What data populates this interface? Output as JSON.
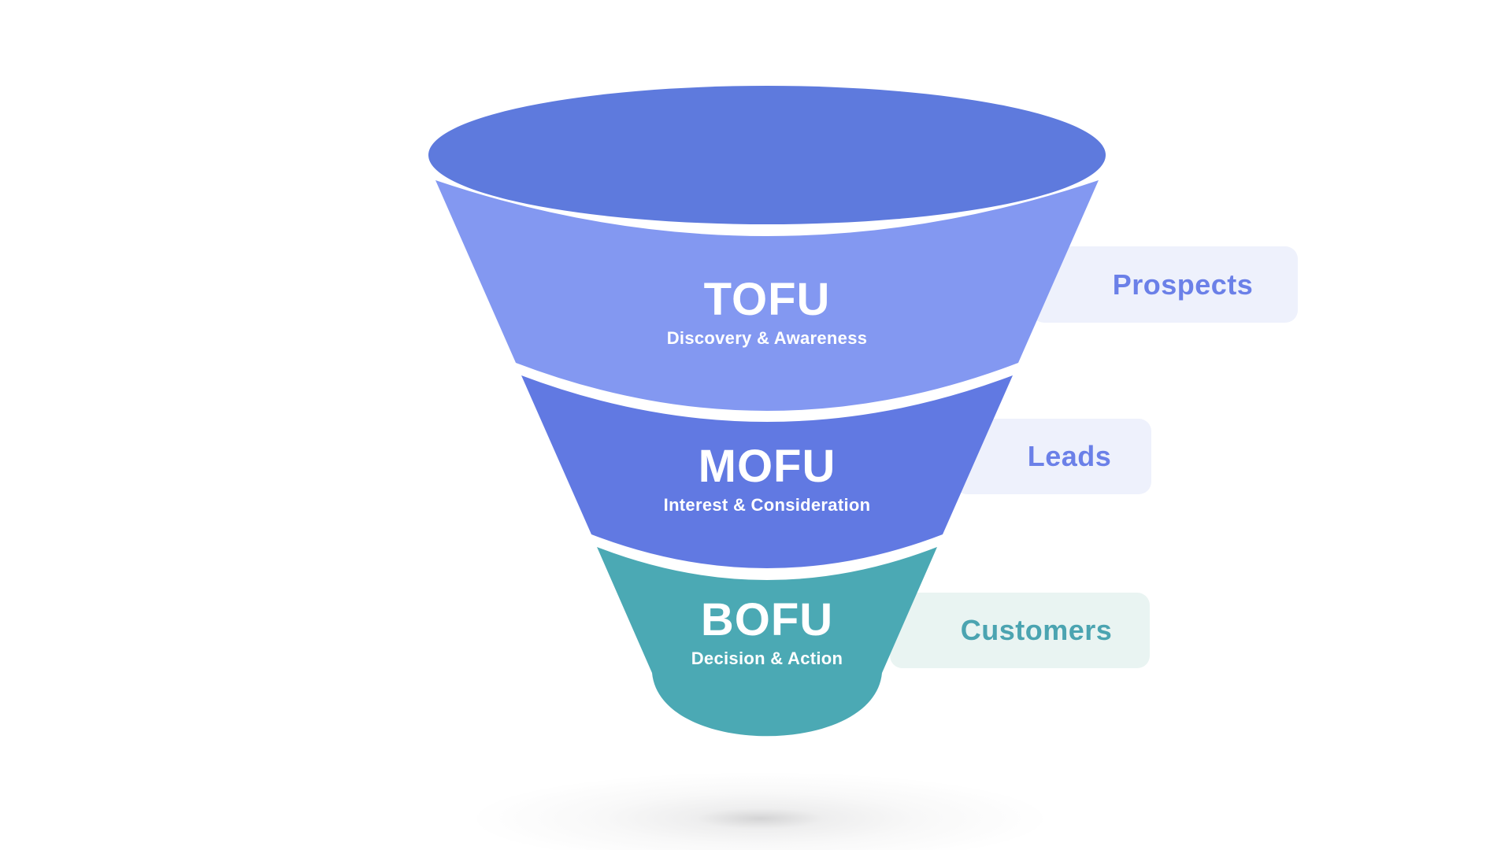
{
  "diagram": {
    "kind": "marketing-funnel"
  },
  "colors": {
    "background": "#FFFFFF",
    "rim": "#5E7ADD",
    "tofu_fill": "#8398F1",
    "mofu_fill": "#6179E2",
    "bofu_fill": "#4BA9B4",
    "stage_text": "#FFFFFF",
    "blue_label_bg": "#EEF1FC",
    "blue_label_text": "#6B80E8",
    "teal_label_bg": "#E9F4F2",
    "teal_label_text": "#4BA4B1",
    "separator": "#FFFFFF"
  },
  "funnel": {
    "rim_color": "#5E7ADD",
    "stages": [
      {
        "id": "tofu",
        "title": "TOFU",
        "subtitle": "Discovery & Awareness",
        "side_label": "Prospects",
        "fill": "#8398F1"
      },
      {
        "id": "mofu",
        "title": "MOFU",
        "subtitle": "Interest & Consideration",
        "side_label": "Leads",
        "fill": "#6179E2"
      },
      {
        "id": "bofu",
        "title": "BOFU",
        "subtitle": "Decision & Action",
        "side_label": "Customers",
        "fill": "#4BA9B4"
      }
    ]
  }
}
